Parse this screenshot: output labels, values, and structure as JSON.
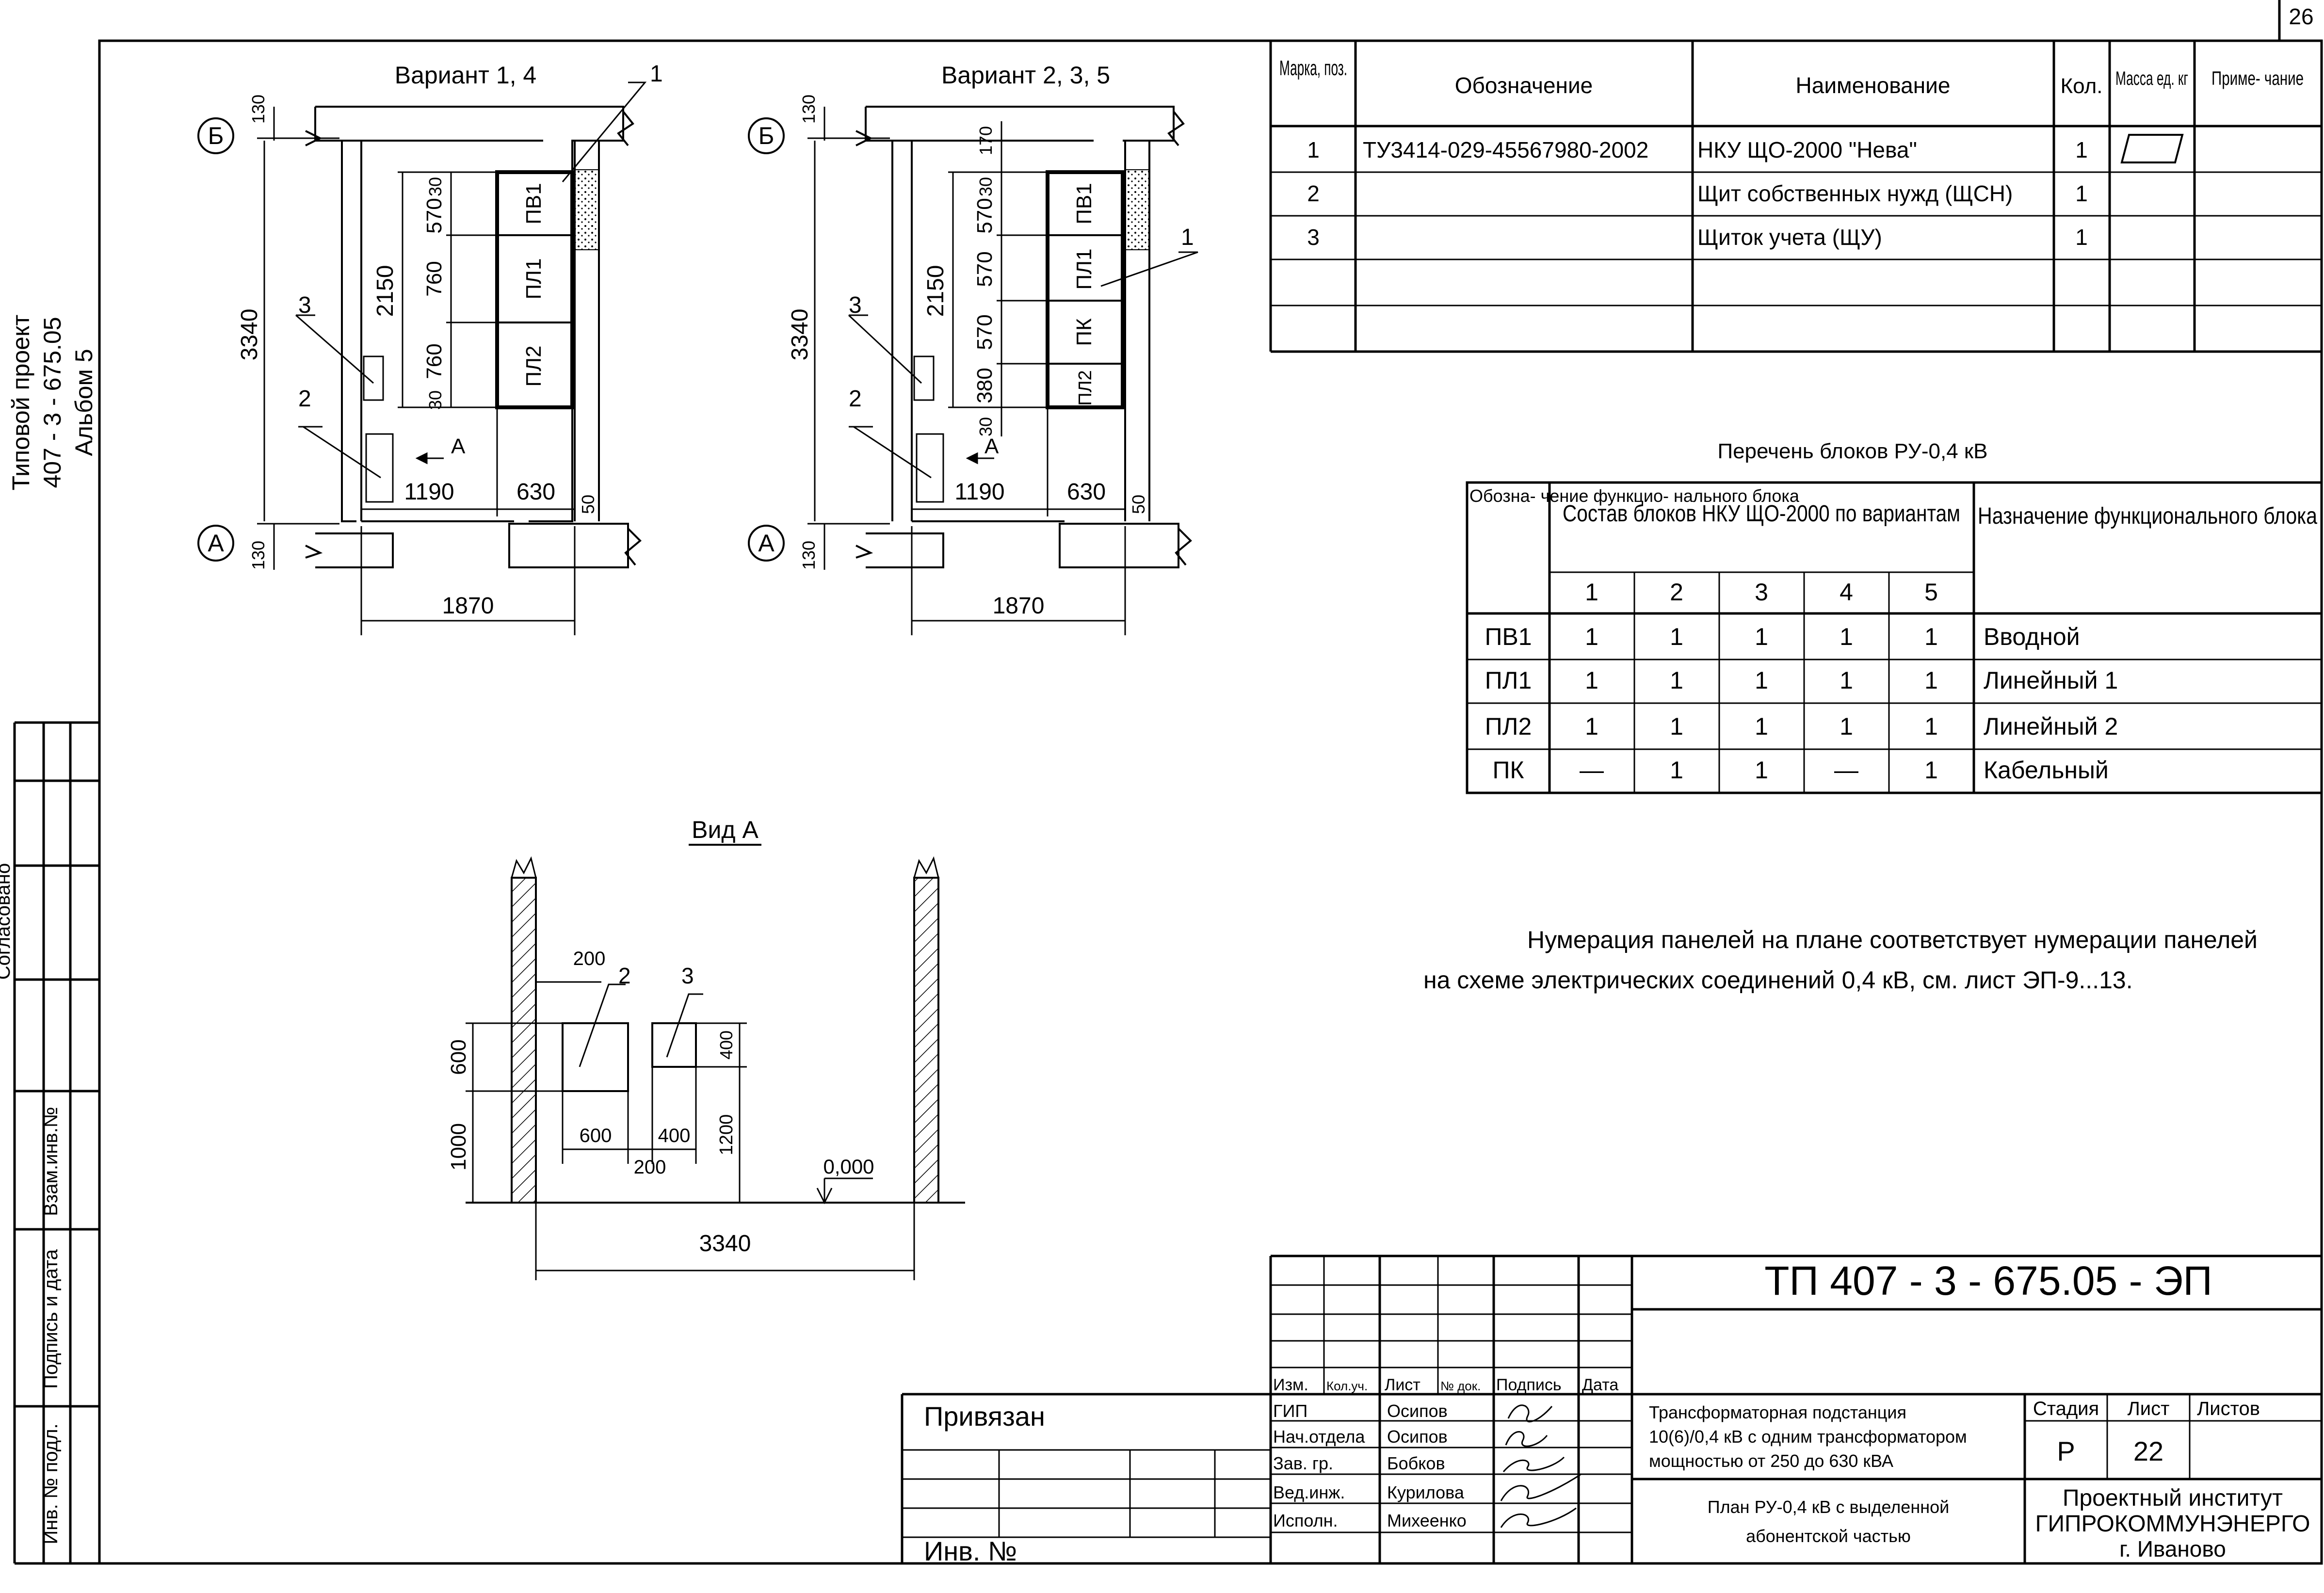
{
  "sheet_number": "26",
  "left_margin": {
    "project_line1": "Типовой проект",
    "project_line2": "407 - 3 - 675.05",
    "project_line3": "Альбом  5",
    "soglasovano": "Согласовано",
    "vzam_inv": "Взам.инв.№",
    "podpis_data": "Подпись и дата",
    "inv_podl": "Инв. № подл."
  },
  "plan1": {
    "title": "Вариант 1, 4",
    "axis_b": "Б",
    "axis_a": "А",
    "dims": {
      "top130": "130",
      "bot130": "130",
      "d3340": "3340",
      "d2150": "2150",
      "d30a": "30",
      "d570": "570",
      "d760a": "760",
      "d760b": "760",
      "d30b": "30",
      "d1190": "1190",
      "d630": "630",
      "d50": "50",
      "d1870": "1870"
    },
    "panels": [
      "ПВ1",
      "ПЛ1",
      "ПЛ2"
    ],
    "callouts": [
      "1",
      "2",
      "3"
    ],
    "view_arrow": "А"
  },
  "plan2": {
    "title": "Вариант 2, 3, 5",
    "axis_b": "Б",
    "axis_a": "А",
    "dims": {
      "top130": "130",
      "bot130": "130",
      "d3340": "3340",
      "d2150": "2150",
      "d170": "170",
      "d30a": "30",
      "d570a": "570",
      "d570b": "570",
      "d570c": "570",
      "d380": "380",
      "d30b": "30",
      "d1190": "1190",
      "d630": "630",
      "d50": "50",
      "d1870": "1870"
    },
    "panels": [
      "ПВ1",
      "ПЛ1",
      "ПК",
      "ПЛ2"
    ],
    "callouts": [
      "1",
      "2",
      "3"
    ],
    "view_arrow": "А"
  },
  "view_a": {
    "title": "Вид А",
    "dims": {
      "d200top": "200",
      "d600v": "600",
      "d1000": "1000",
      "d400v": "400",
      "d1200": "1200",
      "d600h": "600",
      "d400h": "400",
      "d200h": "200",
      "d3340": "3340",
      "level": "0,000"
    },
    "callouts": [
      "2",
      "3"
    ]
  },
  "spec_table": {
    "headers": [
      "Марка, поз.",
      "Обозначение",
      "Наименование",
      "Кол.",
      "Масса ед. кг",
      "Приме- чание"
    ],
    "rows": [
      [
        "1",
        "ТУ3414-029-45567980-2002",
        "НКУ ЩО-2000 \"Нева\"",
        "1",
        "",
        ""
      ],
      [
        "2",
        "",
        "Щит собственных нужд (ЩСН)",
        "1",
        "",
        ""
      ],
      [
        "3",
        "",
        "Щиток учета (ЩУ)",
        "1",
        "",
        ""
      ],
      [
        "",
        "",
        "",
        "",
        "",
        ""
      ],
      [
        "",
        "",
        "",
        "",
        "",
        ""
      ]
    ]
  },
  "blocks_table": {
    "title": "Перечень блоков РУ-0,4 кВ",
    "head_designation": "Обозна- чение функцио- нального блока",
    "head_composition": "Состав блоков НКУ ЩО-2000 по вариантам",
    "head_purpose": "Назначение функционального блока",
    "variants": [
      "1",
      "2",
      "3",
      "4",
      "5"
    ],
    "rows": [
      {
        "code": "ПВ1",
        "vals": [
          "1",
          "1",
          "1",
          "1",
          "1"
        ],
        "purpose": "Вводной"
      },
      {
        "code": "ПЛ1",
        "vals": [
          "1",
          "1",
          "1",
          "1",
          "1"
        ],
        "purpose": "Линейный 1"
      },
      {
        "code": "ПЛ2",
        "vals": [
          "1",
          "1",
          "1",
          "1",
          "1"
        ],
        "purpose": "Линейный 2"
      },
      {
        "code": "ПК",
        "vals": [
          "—",
          "1",
          "1",
          "—",
          "1"
        ],
        "purpose": "Кабельный"
      }
    ]
  },
  "note": {
    "line1": "Нумерация панелей на плане соответствует нумерации панелей",
    "line2": "на схеме электрических соединений 0,4 кВ, см. лист ЭП-9...13."
  },
  "title_block": {
    "code": "ТП  407 - 3 - 675.05 - ЭП",
    "privyazan": "Привязан",
    "inv_no": "Инв. №",
    "col_headers": [
      "Изм.",
      "Кол.уч.",
      "Лист",
      "№ док.",
      "Подпись",
      "Дата"
    ],
    "staff": [
      {
        "role": "ГИП",
        "name": "Осипов"
      },
      {
        "role": "Нач.отдела",
        "name": "Осипов"
      },
      {
        "role": "Зав. гр.",
        "name": "Бобков"
      },
      {
        "role": "Вед.инж.",
        "name": "Курилова"
      },
      {
        "role": "Исполн.",
        "name": "Михеенко"
      }
    ],
    "object_line1": "Трансформаторная подстанция",
    "object_line2": "10(6)/0,4 кВ с одним трансформатором",
    "object_line3": "мощностью от 250 до 630 кВА",
    "sheet_title_line1": "План РУ-0,4 кВ с выделенной",
    "sheet_title_line2": "абонентской частью",
    "stage_label": "Стадия",
    "sheet_label": "Лист",
    "sheets_label": "Листов",
    "stage": "Р",
    "sheet": "22",
    "org_line1": "Проектный институт",
    "org_line2": "ГИПРОКОММУНЭНЕРГО",
    "org_line3": "г. Иваново"
  }
}
